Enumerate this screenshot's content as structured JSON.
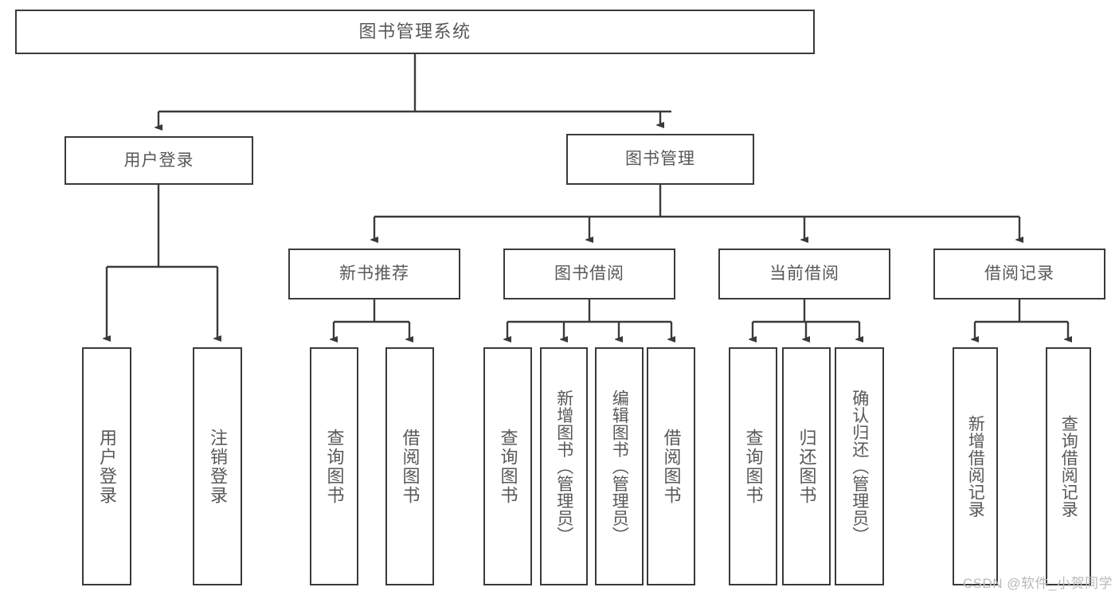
{
  "diagram": {
    "title": "图书管理系统",
    "type": "hierarchy-tree",
    "background_color": "#ffffff",
    "border_color": "#3a3a3a",
    "text_color": "#585858"
  },
  "nodes": {
    "root": {
      "label": "图书管理系统"
    },
    "level2": [
      {
        "id": "user-login",
        "label": "用户登录"
      },
      {
        "id": "book-manage",
        "label": "图书管理"
      }
    ],
    "level3": [
      {
        "id": "new-book-recommend",
        "label": "新书推荐"
      },
      {
        "id": "book-borrow",
        "label": "图书借阅"
      },
      {
        "id": "current-borrow",
        "label": "当前借阅"
      },
      {
        "id": "borrow-record",
        "label": "借阅记录"
      }
    ],
    "leaves": {
      "user_login": [
        {
          "id": "leaf-user-login",
          "label": "用户登录"
        },
        {
          "id": "leaf-user-logout",
          "label": "注销登录"
        }
      ],
      "new_book_recommend": [
        {
          "id": "leaf-query-book-1",
          "label": "查询图书"
        },
        {
          "id": "leaf-borrow-book-1",
          "label": "借阅图书"
        }
      ],
      "book_borrow": [
        {
          "id": "leaf-query-book-2",
          "label": "查询图书"
        },
        {
          "id": "leaf-add-book",
          "label": "新增图书（管理员）"
        },
        {
          "id": "leaf-edit-book",
          "label": "编辑图书（管理员）"
        },
        {
          "id": "leaf-borrow-book-2",
          "label": "借阅图书"
        }
      ],
      "current_borrow": [
        {
          "id": "leaf-query-book-3",
          "label": "查询图书"
        },
        {
          "id": "leaf-return-book",
          "label": "归还图书"
        },
        {
          "id": "leaf-confirm-return",
          "label": "确认归还（管理员）"
        }
      ],
      "borrow_record": [
        {
          "id": "leaf-add-record",
          "label": "新增借阅记录"
        },
        {
          "id": "leaf-query-record",
          "label": "查询借阅记录"
        }
      ]
    }
  },
  "watermark": {
    "text": "CSDN @软件_小贺同学"
  }
}
